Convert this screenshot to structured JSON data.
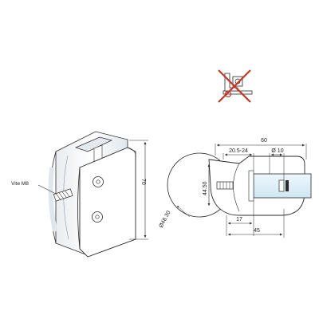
{
  "labels": {
    "screw": "Vite M8",
    "height": "70",
    "overall_width": "60",
    "slot_range": "20.5-24",
    "hole_diameter": "Ø 10",
    "clamp_height": "44.50",
    "pipe_diameter": "Ø48.30",
    "offset_17": "17",
    "offset_45": "45"
  },
  "icons": {
    "prohibition": "no-tool-prohibition-icon"
  },
  "colors": {
    "line": "#2a2a2a",
    "accent": "#c0392b",
    "glass": "#d7ecf7",
    "metal_light": "#f4f6f8",
    "metal_shadow": "#c9d3dc"
  }
}
